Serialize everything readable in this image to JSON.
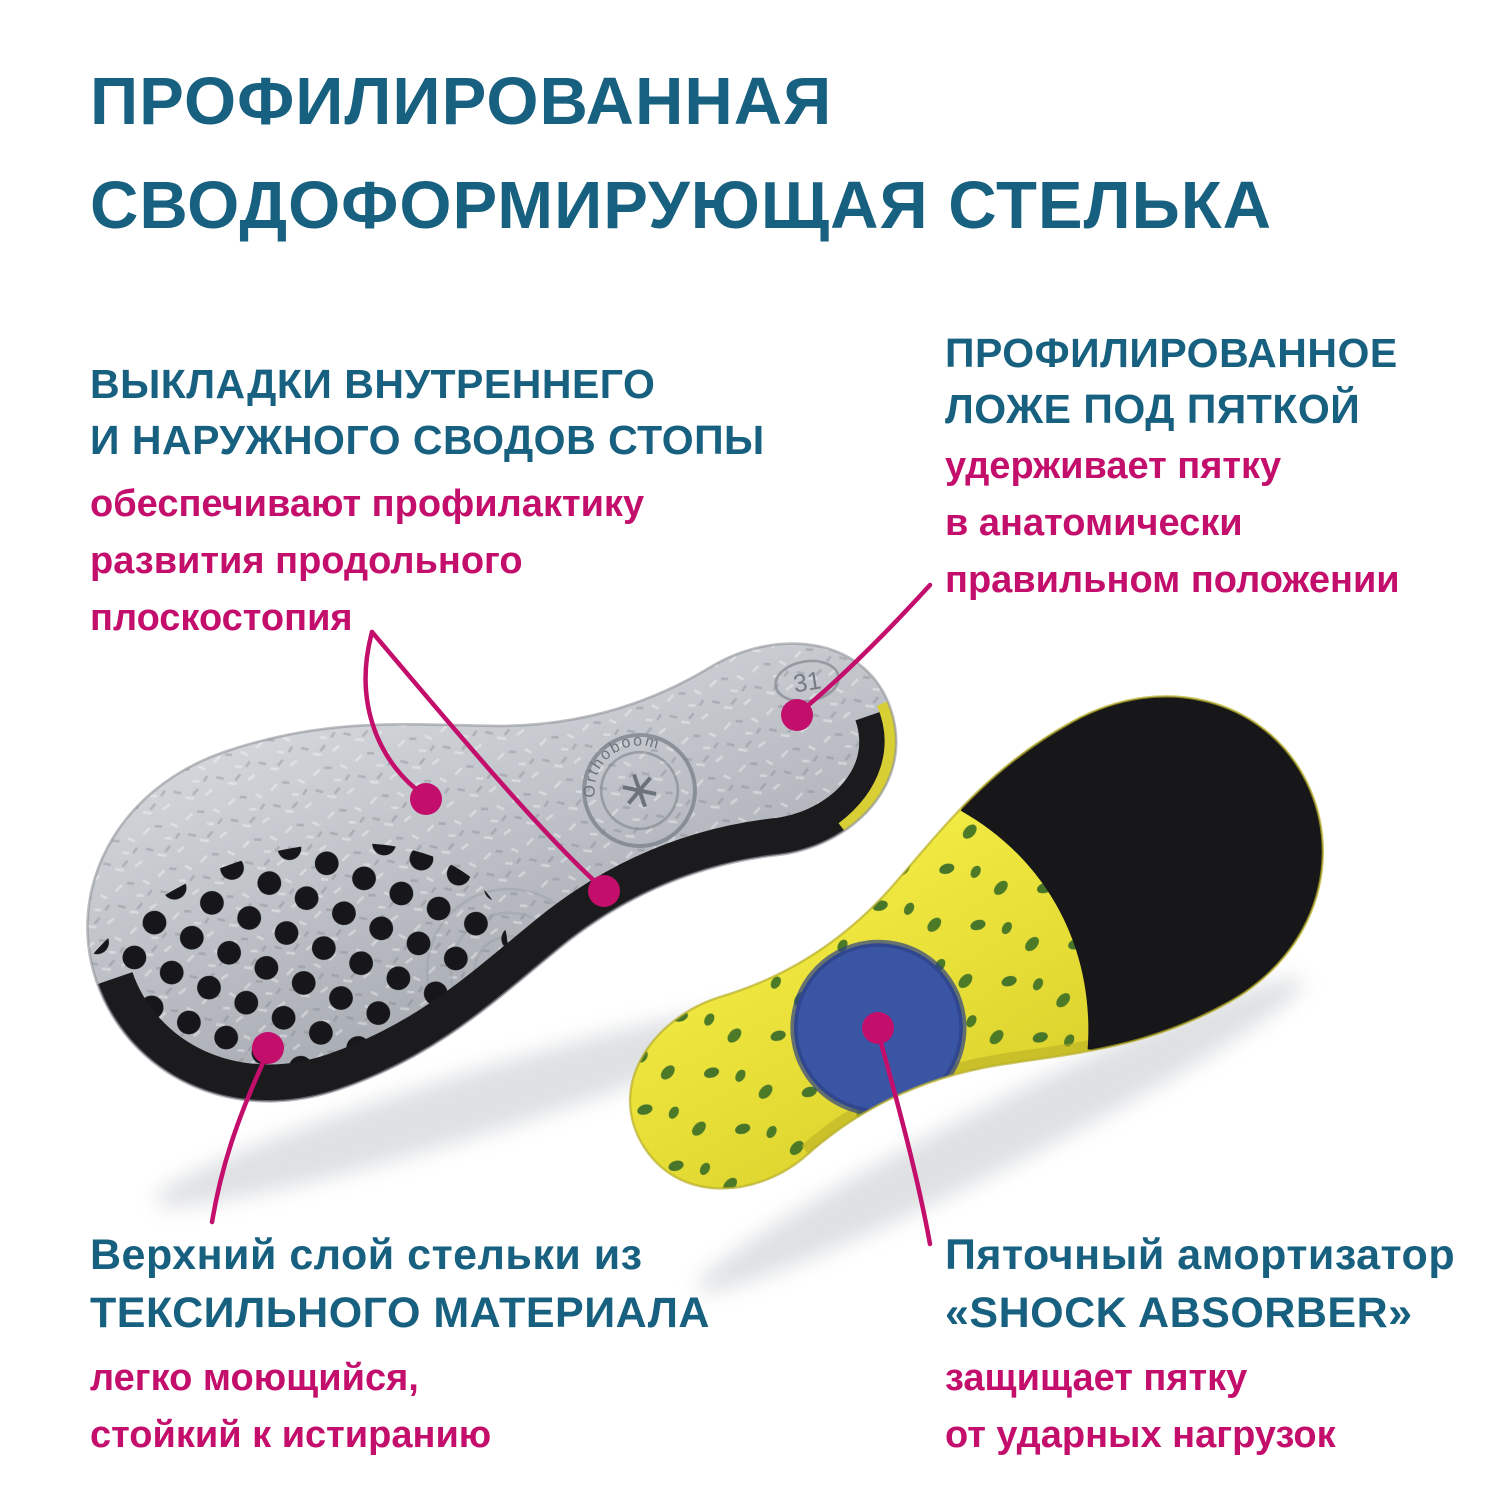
{
  "colors": {
    "heading_blue": "#17607F",
    "accent_magenta": "#C30E6C",
    "insole_gray": "#B9BDC3",
    "insole_yellow": "#E9E038",
    "shock_absorber_blue": "#3B55A5"
  },
  "title": {
    "lines": [
      "ПРОФИЛИРОВАННАЯ",
      "СВОДОФОРМИРУЮЩАЯ СТЕЛЬКА"
    ]
  },
  "callout_arch": {
    "heading": [
      "ВЫКЛАДКИ ВНУТРЕННЕГО",
      "И НАРУЖНОГО СВОДОВ СТОПЫ"
    ],
    "body": [
      "обеспечивают профилактику",
      "развития продольного",
      "плоскостопия"
    ]
  },
  "callout_heel_bed": {
    "heading": [
      "ПРОФИЛИРОВАННОЕ",
      "ЛОЖЕ ПОД ПЯТКОЙ"
    ],
    "body": [
      "удерживает пятку",
      "в анатомически",
      "правильном положении"
    ]
  },
  "callout_top_layer": {
    "heading": [
      "Верхний слой стельки из",
      "ТЕКСИЛЬНОГО МАТЕРИАЛА"
    ],
    "body": [
      "легко моющийся,",
      "стойкий к истиранию"
    ]
  },
  "callout_shock": {
    "heading": [
      "Пяточный амортизатор",
      "«SHOCK ABSORBER»"
    ],
    "body": [
      "защищает пятку",
      "от ударных нагрузок"
    ]
  },
  "insole_markings": {
    "size": "31",
    "brand": "Orthoboom"
  }
}
